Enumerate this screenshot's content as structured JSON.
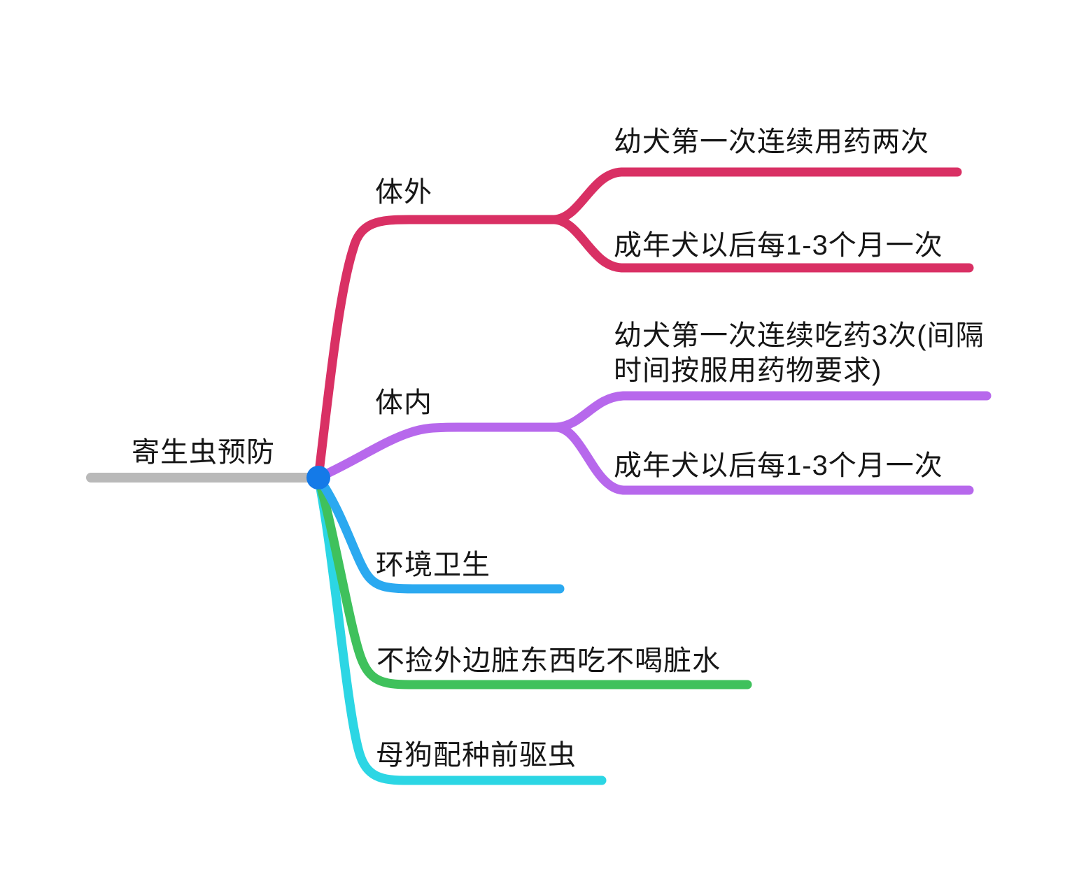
{
  "root": {
    "label": "寄生虫预防",
    "line_color": "#B9B9B9",
    "dot_color": "#147AE8"
  },
  "branches": [
    {
      "label": "体外",
      "color": "#D93064",
      "children": [
        {
          "label": "幼犬第一次连续用药两次"
        },
        {
          "label": "成年犬以后每1-3个月一次"
        }
      ]
    },
    {
      "label": "体内",
      "color": "#B768EC",
      "children": [
        {
          "label": "幼犬第一次连续吃药3次(间隔时间按服用药物要求)"
        },
        {
          "label": "成年犬以后每1-3个月一次"
        }
      ]
    },
    {
      "label": "环境卫生",
      "color": "#2BA9F0",
      "children": []
    },
    {
      "label": "不捡外边脏东西吃不喝脏水",
      "color": "#3FC15C",
      "children": []
    },
    {
      "label": "母狗配种前驱虫",
      "color": "#2CD6E4",
      "children": []
    }
  ]
}
